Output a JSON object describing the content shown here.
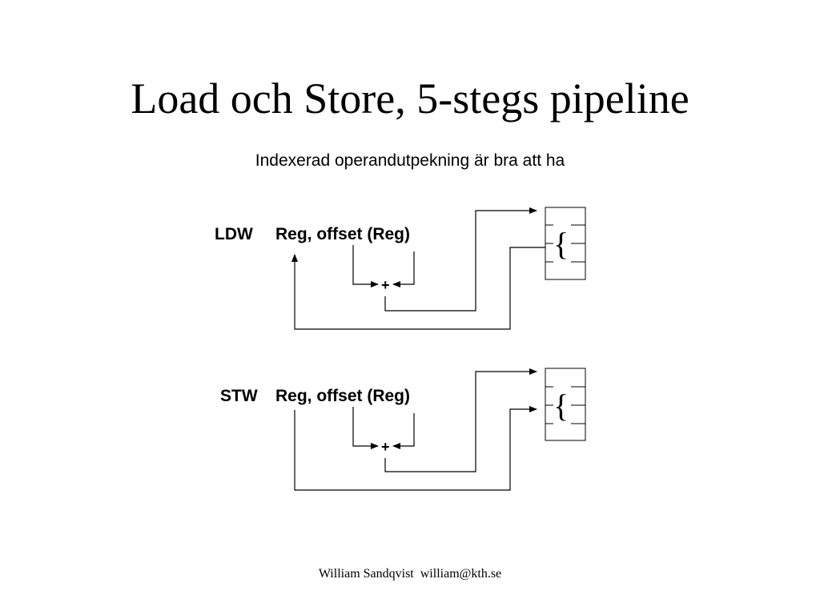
{
  "slide": {
    "title": "Load och Store, 5-stegs pipeline",
    "subtitle": "Indexerad operandutpekning är bra att ha",
    "footer": "William Sandqvist  william@kth.se"
  },
  "diagrams": {
    "load": {
      "opcode": "LDW",
      "operands": "Reg, offset (Reg)",
      "adder_symbol": "+",
      "memory_symbol": "{"
    },
    "store": {
      "opcode": "STW",
      "operands": "Reg, offset (Reg)",
      "adder_symbol": "+",
      "memory_symbol": "{"
    }
  }
}
